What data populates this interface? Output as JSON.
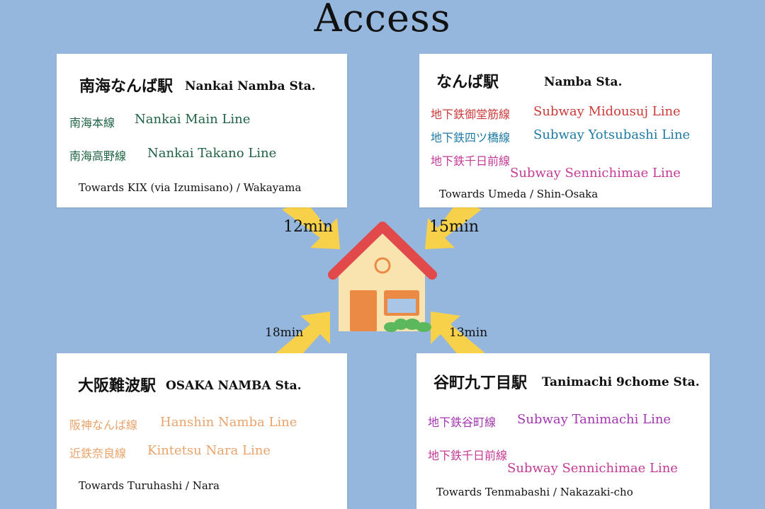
{
  "title": "Access",
  "stations": [
    {
      "name_jp": "南海なんば駅",
      "name_en": "Nankai Namba Sta.",
      "lines": [
        {
          "jp": "南海本線",
          "en": "Nankai Main Line",
          "color": "#1f6244"
        },
        {
          "jp": "南海高野線",
          "en": "Nankai Takano Line",
          "color": "#1f6244"
        }
      ],
      "towards": "Towards KIX (via Izumisano) / Wakayama",
      "time": "12min"
    },
    {
      "name_jp": "なんば駅",
      "name_en": "Namba Sta.",
      "lines": [
        {
          "jp": "地下鉄御堂筋線",
          "en": "Subway  Midousuj Line",
          "color": "#cc3a3a"
        },
        {
          "jp": "地下鉄四ツ橋線",
          "en": "Subway  Yotsubashi Line",
          "color": "#1f7aa6"
        },
        {
          "jp": "地下鉄千日前線",
          "en": "Subway  Sennichimae Line",
          "color": "#c43a95"
        }
      ],
      "towards": "Towards Umeda / Shin-Osaka",
      "time": "15min"
    },
    {
      "name_jp": "大阪難波駅",
      "name_en": "OSAKA NAMBA Sta.",
      "lines": [
        {
          "jp": "阪神なんば線",
          "en": "Hanshin Namba Line",
          "color": "#e9a36b"
        },
        {
          "jp": "近鉄奈良線",
          "en": "Kintetsu Nara Line",
          "color": "#e9a36b"
        }
      ],
      "towards": "Towards Turuhashi / Nara",
      "time": "18min"
    },
    {
      "name_jp": "谷町九丁目駅",
      "name_en": "Tanimachi 9chome Sta.",
      "lines": [
        {
          "jp": "地下鉄谷町線",
          "en": "Subway  Tanimachi Line",
          "color": "#a336b0"
        },
        {
          "jp": "地下鉄千日前線",
          "en": "Subway  Sennichimae Line",
          "color": "#c43a95"
        }
      ],
      "towards": "Towards Tenmabashi / Nakazaki-cho",
      "time": "13min"
    }
  ],
  "colors": {
    "background": "#95b6dd",
    "arrow": "#f7d14a",
    "roof": "#e2494b",
    "wall": "#f9e3ae",
    "door": "#ea8a44",
    "window": "#6d95c9",
    "bush": "#5cb85c"
  },
  "icons": {
    "house": "house-icon",
    "arrow": "arrow-icon",
    "bush": "bush-icon"
  }
}
